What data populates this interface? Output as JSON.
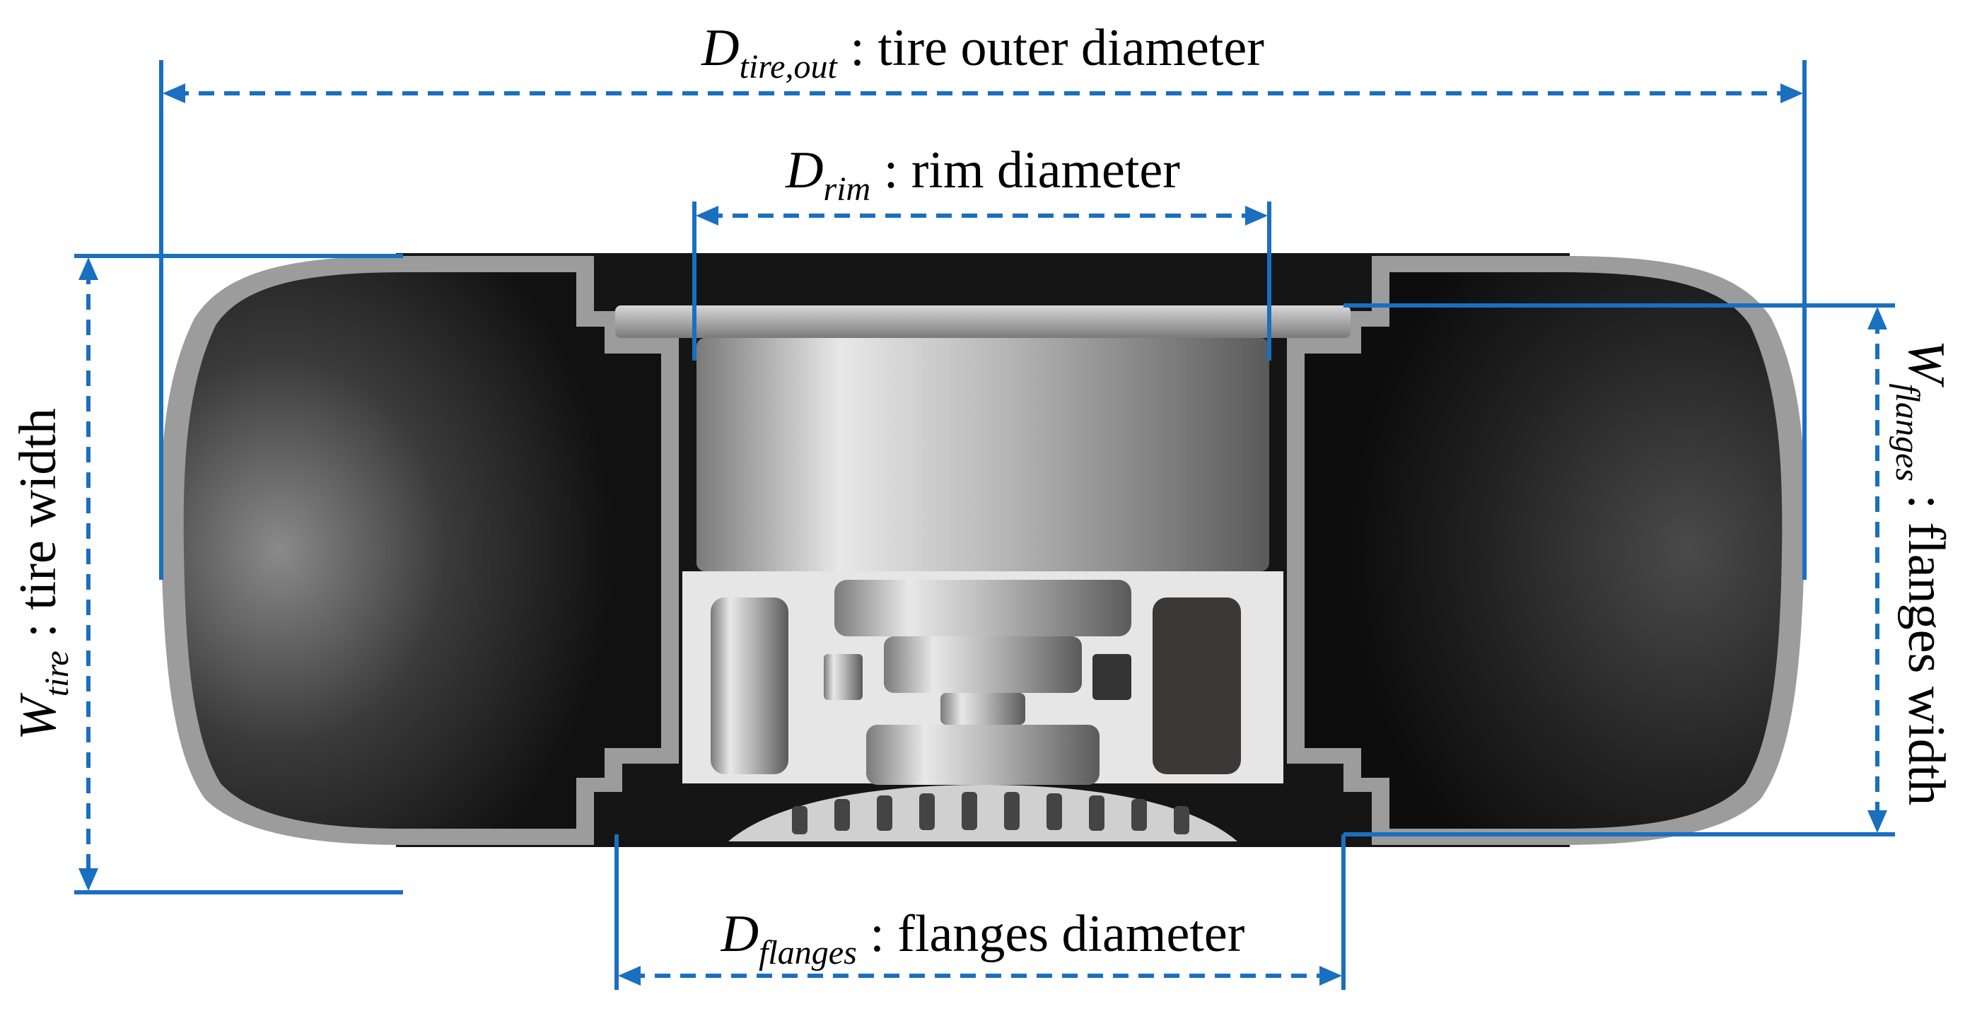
{
  "labels": {
    "tire_outer": {
      "symbol": "D",
      "subscript": "tire,out",
      "text": " : tire outer diameter"
    },
    "rim": {
      "symbol": "D",
      "subscript": "rim",
      "text": " : rim diameter"
    },
    "flanges_diam": {
      "symbol": "D",
      "subscript": "flanges",
      "text": " : flanges diameter"
    },
    "tire_width": {
      "symbol": "W",
      "subscript": "tire",
      "text": " : tire width"
    },
    "flanges_width": {
      "symbol": "W",
      "subscript": "flanges",
      "text": " : flanges width"
    }
  },
  "colors": {
    "dimension_lines": "#1a6fc0",
    "tire_rubber": "#1c1c1c",
    "tire_shell": "#9c9c9c",
    "hub_metal": "#c9c9c9"
  }
}
